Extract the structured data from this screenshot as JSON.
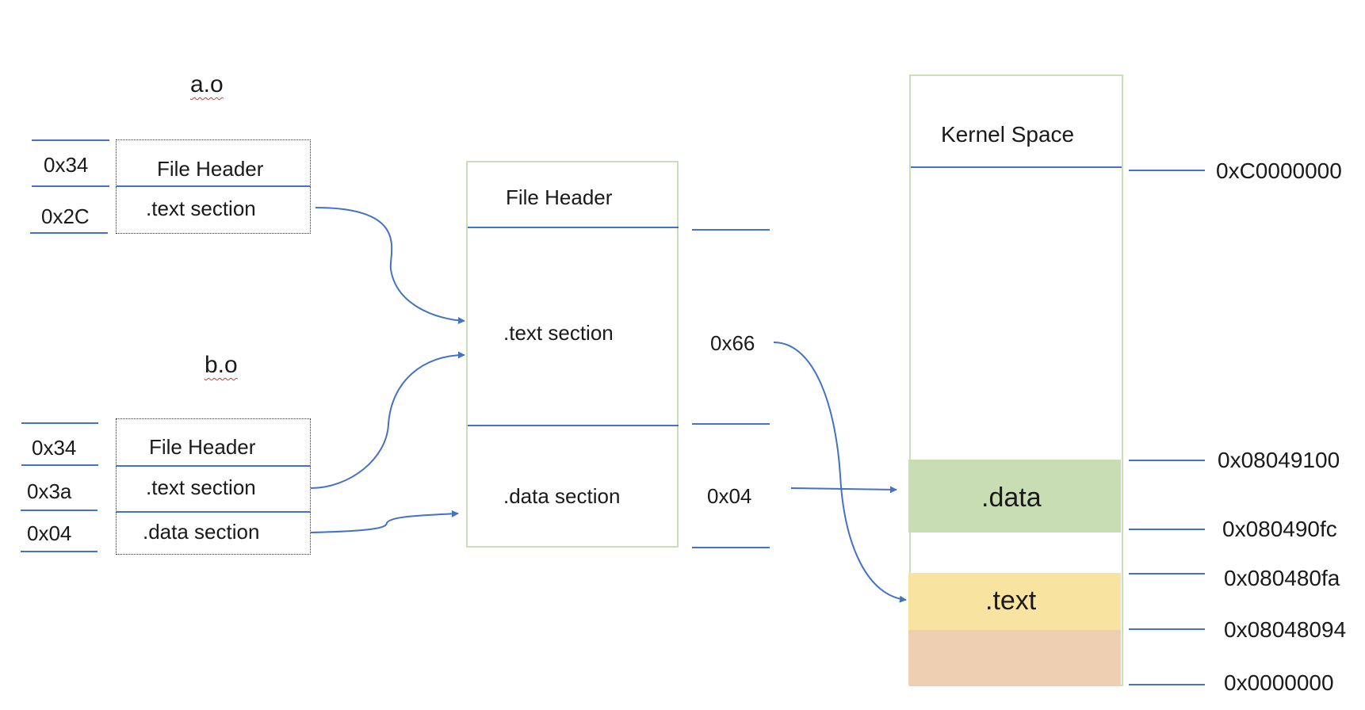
{
  "a_o": {
    "title": "a.o",
    "file_header": "File Header",
    "text_section": ".text section",
    "sizes": [
      "0x34",
      "0x2C"
    ]
  },
  "b_o": {
    "title": "b.o",
    "file_header": "File Header",
    "text_section": ".text section",
    "data_section": ".data section",
    "sizes": [
      "0x34",
      "0x3a",
      "0x04"
    ]
  },
  "merged": {
    "file_header": "File Header",
    "text_section": ".text section",
    "data_section": ".data section",
    "text_size": "0x66",
    "data_size": "0x04"
  },
  "memory": {
    "kernel_space": "Kernel Space",
    "data_label": ".data",
    "text_label": ".text",
    "addresses": [
      "0xC0000000",
      "0x08049100",
      "0x080490fc",
      "0x080480fa",
      "0x08048094",
      "0x0000000"
    ]
  },
  "colors": {
    "line": "#4472c4",
    "box_border": "#c9dfb8",
    "data_fill": "#c9ddb5",
    "text_fill": "#f8e3a0",
    "low_fill": "#efcfb2",
    "squiggle": "#d9352a"
  }
}
